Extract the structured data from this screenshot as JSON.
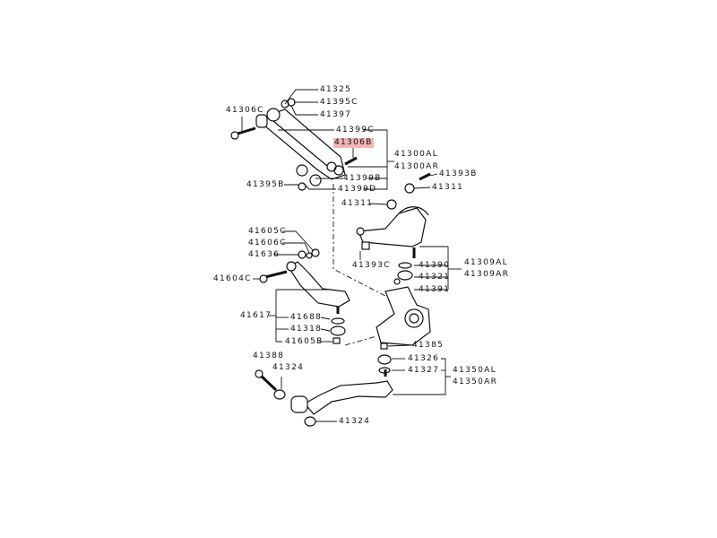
{
  "diagram": {
    "highlight_color": "#f2b4b4",
    "labels": {
      "p41325": "41325",
      "p41395C": "41395C",
      "p41397": "41397",
      "p41306C": "41306C",
      "p41399C": "41399C",
      "p41306B": "41306B",
      "p41300AL": "41300AL",
      "p41300AR": "41300AR",
      "p41393B": "41393B",
      "p41311a": "41311",
      "p41399B": "41399B",
      "p41395B": "41395B",
      "p41399D": "41399D",
      "p41311b": "41311",
      "p41605C": "41605C",
      "p41606C": "41606C",
      "p41636": "41636",
      "p41604C": "41604C",
      "p41393C": "41393C",
      "p41390": "41390",
      "p41321": "41321",
      "p41391": "41391",
      "p41309AL": "41309AL",
      "p41309AR": "41309AR",
      "p41617": "41617",
      "p41688": "41688",
      "p41318": "41318",
      "p41605B": "41605B",
      "p41385": "41385",
      "p41388": "41388",
      "p41324a": "41324",
      "p41326": "41326",
      "p41327": "41327",
      "p41350AL": "41350AL",
      "p41350AR": "41350AR",
      "p41324b": "41324"
    }
  }
}
